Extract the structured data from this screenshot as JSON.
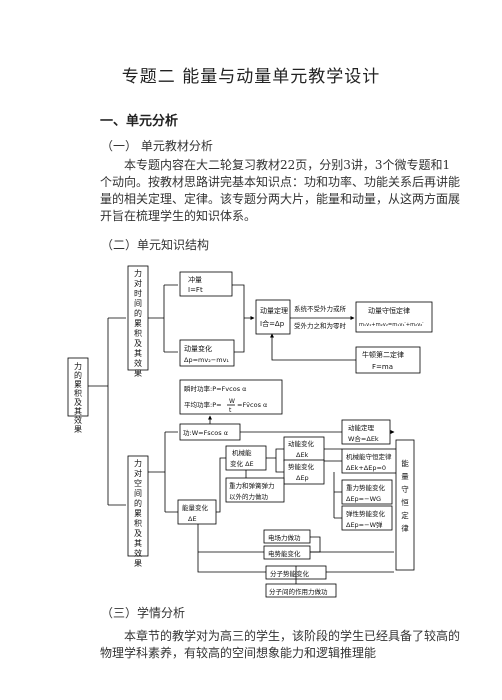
{
  "title": "专题二  能量与动量单元教学设计",
  "section1": "一、单元分析",
  "sub1": "（一）   单元教材分析",
  "para1": "本专题内容在大二轮复习教材22页，分别3讲，3个微专题和1个动向。按教材思路讲完基本知识点：功和功率、功能关系后再讲能量的相关定理、定律。该专题分两大片，能量和动量，从这两方面展开旨在梳理学生的知识体系。",
  "sub2": "（二）单元知识结构",
  "sub3": "（三）学情分析",
  "para3": "本章节的教学对为高三的学生，该阶段的学生已经具备了较高的物理学科素养，有较高的空间想象能力和逻辑推理能",
  "diagram": {
    "root": "力的累积及其效果",
    "time_acc": "力对时间的累积及其效果",
    "space_acc": "力对空间的累积及其效果",
    "impulse": [
      "冲量",
      "I=Ft"
    ],
    "momentum_change": [
      "动量变化",
      "Δp=mv₂−mv₁"
    ],
    "momentum_theorem": [
      "动量定理",
      "I合=Δp"
    ],
    "external_force": [
      "系统不受外力或所",
      "受外力之和为零时"
    ],
    "momentum_conservation": [
      "动量守恒定律",
      "m₁v₁+m₂v₂=m₁v₁′+m₂v₂′"
    ],
    "newton_second": [
      "牛顿第二定律",
      "F=ma"
    ],
    "power_instant": "瞬时功率:P=Fvcos α",
    "power_avg_prefix": "平均功率:P=",
    "power_avg_num": "W",
    "power_avg_den": "t",
    "power_avg_suffix": "=Fv̄cos α",
    "work": "功:W=Fscos α",
    "mech_energy_change": [
      "机械能",
      "变化 ΔE"
    ],
    "ke_change": [
      "动能变化",
      "ΔEk"
    ],
    "pe_change": [
      "势能变化",
      "ΔEp"
    ],
    "ke_theorem": [
      "动能定理",
      "W合=ΔEk"
    ],
    "mech_conservation": [
      "机械能守恒定律",
      "ΔEk+ΔEp=0"
    ],
    "other_forces": [
      "重力和弹簧弹力",
      "以外的力做功"
    ],
    "gravity_work": [
      "重力势能变化",
      "ΔEp=−WG"
    ],
    "elastic_work": [
      "弹性势能变化",
      "ΔEp=−W弹"
    ],
    "electric_work": "电场力做功",
    "electric_pe": "电势能变化",
    "energy_change": [
      "能量变化",
      "ΔE"
    ],
    "molecular_pe": "分子势能变化",
    "molecular_force": "分子间的作用力做功",
    "energy_conservation": "能量守恒定律"
  }
}
